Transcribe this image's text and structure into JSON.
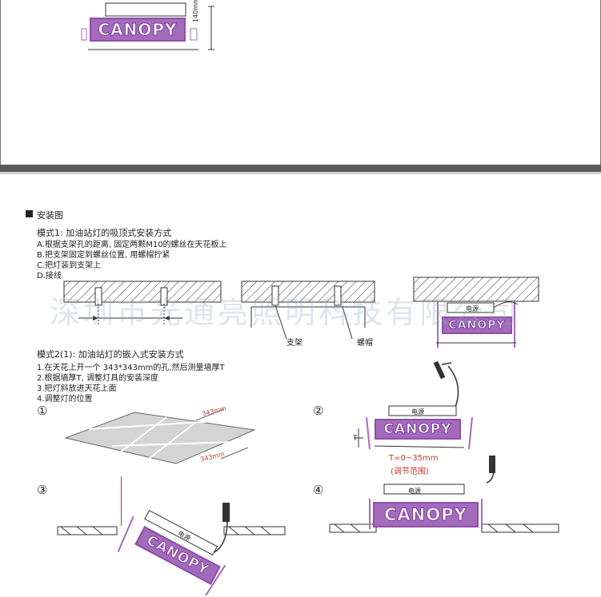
{
  "top": {
    "dimension": "140mm",
    "canopy_text": "CANOPY"
  },
  "section": {
    "title": "安装图"
  },
  "mode1": {
    "title": "模式1: 加油站灯的吸顶式安装方式",
    "steps": [
      "A.根据支架孔的距离, 固定两颗M10的螺丝在天花板上",
      "B.把支架固定到螺丝位置, 用螺帽拧紧",
      "C.把灯装到支架上",
      "D.接线"
    ],
    "label_bracket": "支架",
    "label_nut": "螺帽",
    "power_label": "电源"
  },
  "mode2": {
    "title": "模式2(1): 加油站灯的嵌入式安装方式",
    "steps": [
      "1.在天花上开一个 343*343mm的孔,然后测量墙厚T",
      "2.根据墙厚T, 调整灯具的安装深度",
      "3.把灯斜放进天花上面",
      "4.调整灯的位置"
    ],
    "markers": [
      "①",
      "②",
      "③",
      "④"
    ],
    "dim_label": "343mm",
    "t_range": "T=0~35mm",
    "t_note": "(调节范围)",
    "t_letter": "T",
    "power_label": "电源",
    "canopy_text": "CANOPY"
  },
  "watermark": "深圳市光通亮照明科技有限公司",
  "colors": {
    "purple": "#a46bbd",
    "divider": "#5a5a5a",
    "red": "#c0392b"
  }
}
